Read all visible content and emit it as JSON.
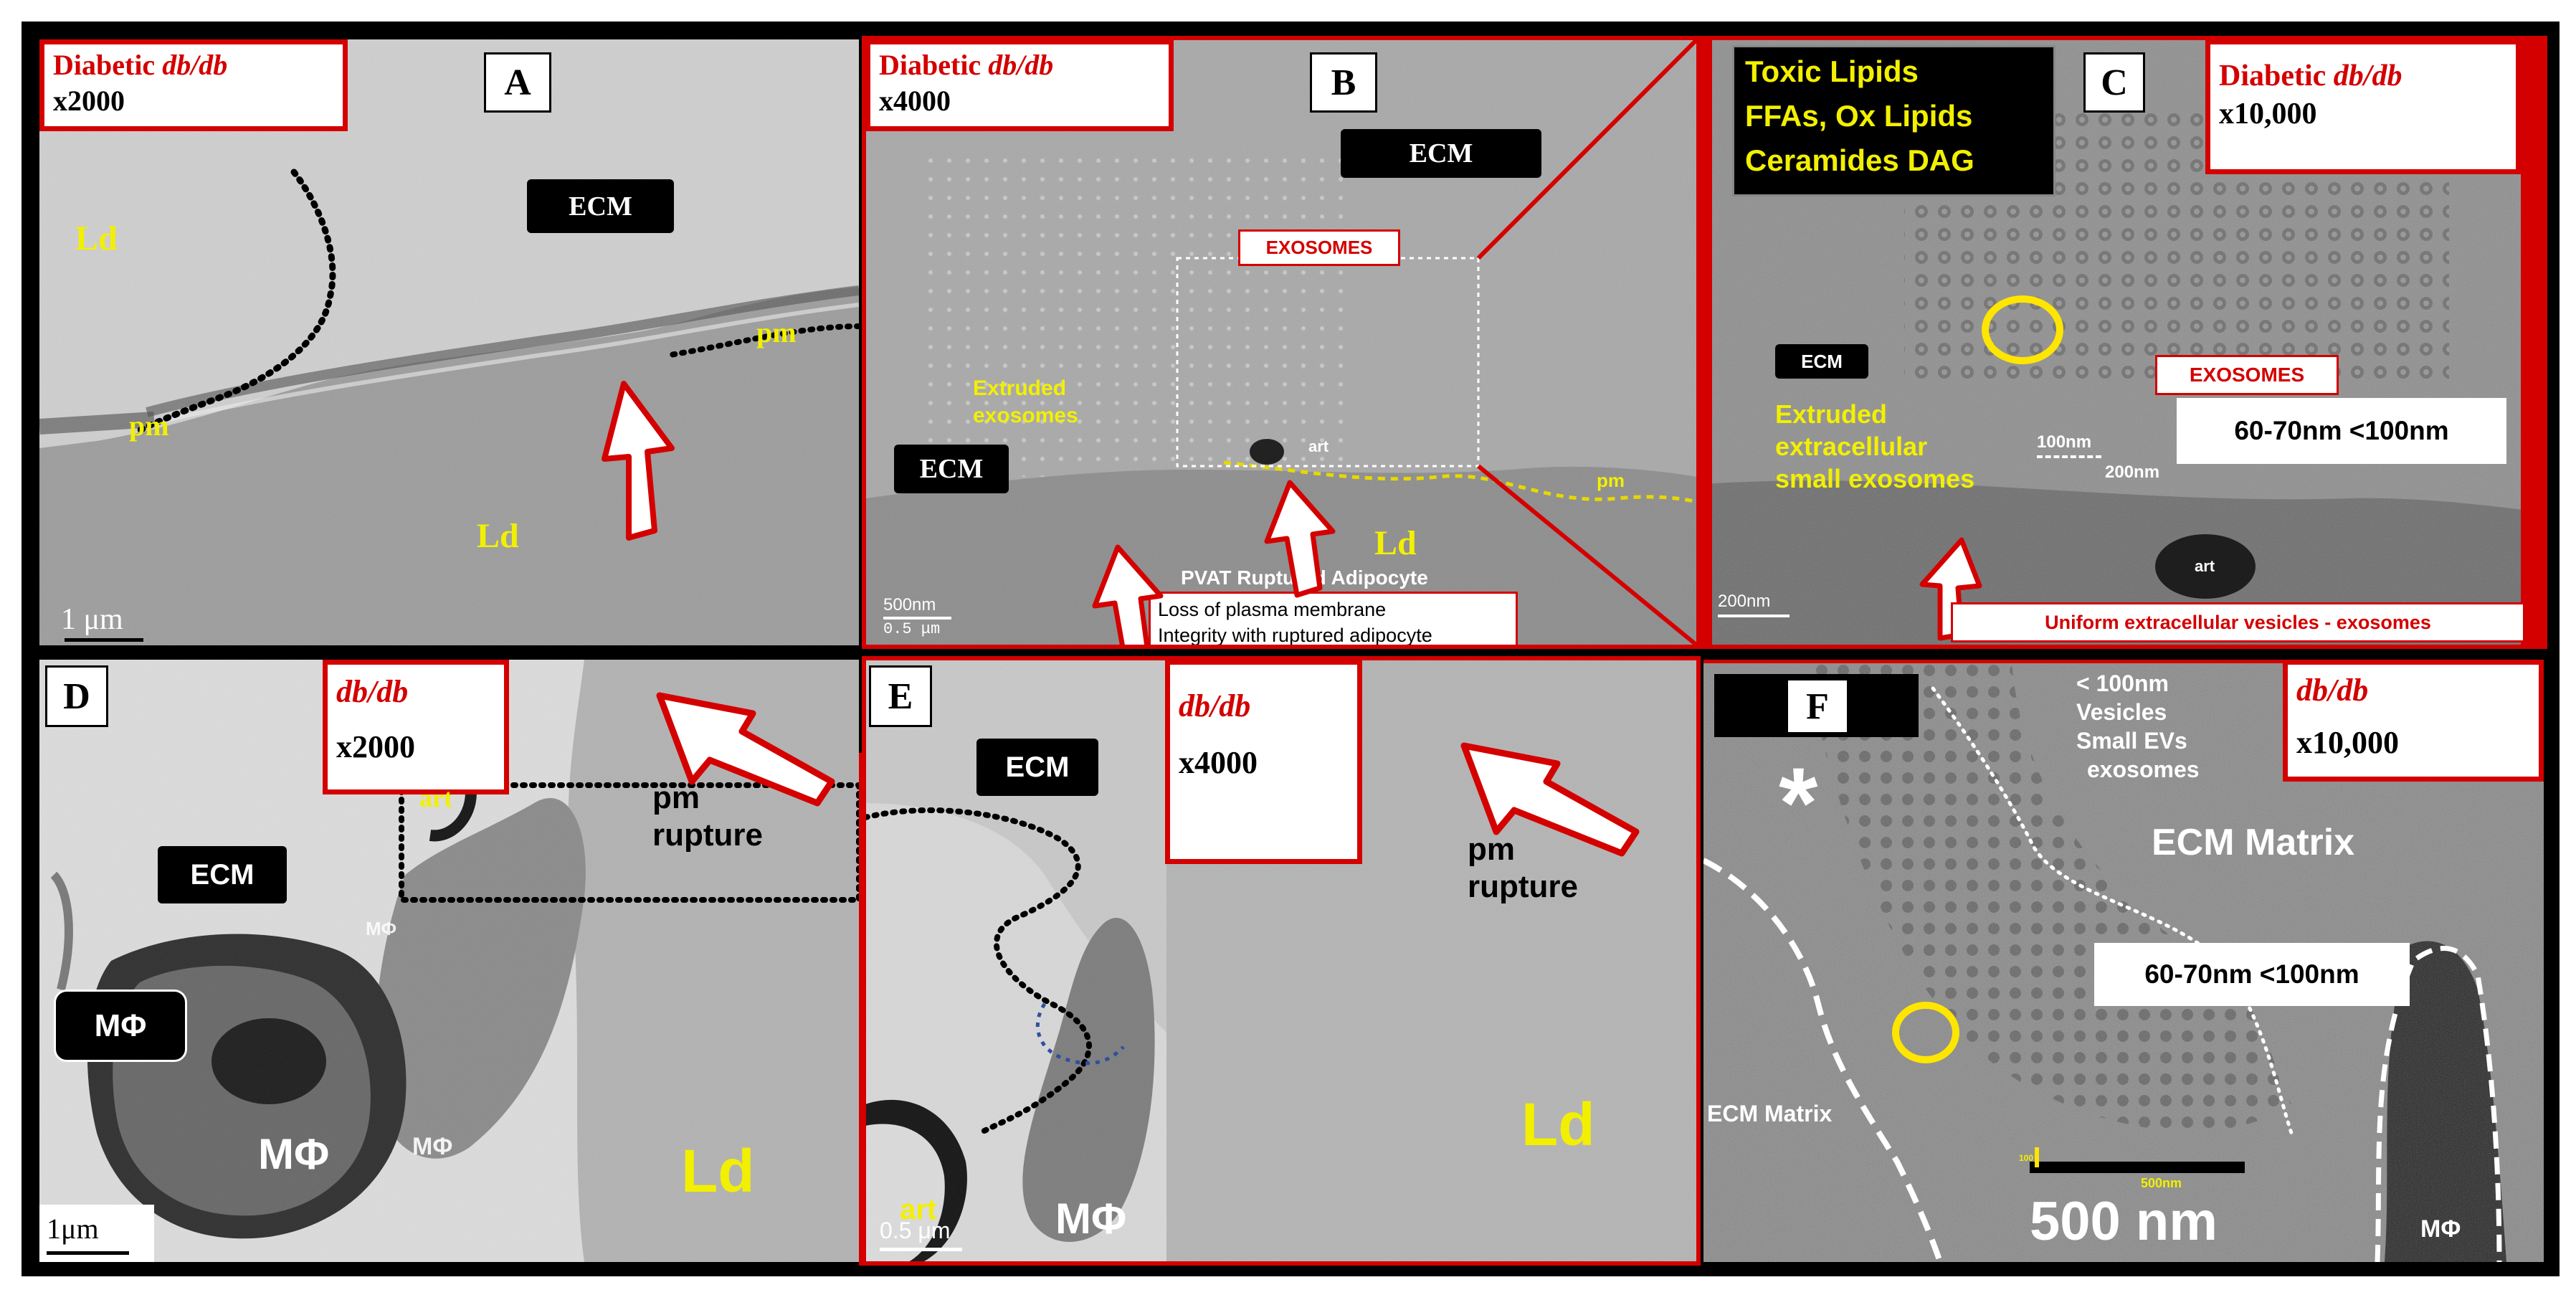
{
  "panels": {
    "A": {
      "letter": "A",
      "mag_line1_plain": "Diabetic ",
      "mag_line1_italic": "db/db",
      "mag_line2": "x2000",
      "ecm": "ECM",
      "ld_1": "Ld",
      "ld_2": "Ld",
      "pm_1": "pm",
      "pm_2": "pm",
      "scale": "1 μm"
    },
    "B": {
      "letter": "B",
      "mag_line1_plain": "Diabetic ",
      "mag_line1_italic": "db/db",
      "mag_line2": "x4000",
      "ecm_1": "ECM",
      "ecm_2": "ECM",
      "exosomes": "EXOSOMES",
      "extruded_line1": "Extruded",
      "extruded_line2": "exosomes",
      "art": "art",
      "pm": "pm",
      "ld": "Ld",
      "pvat": "PVAT  Ruptured Adipocyte",
      "note_line1": "Loss of plasma membrane",
      "note_line2": "Integrity with ruptured adipocyte",
      "scale_1": "500nm",
      "scale_2": "0.5 μm"
    },
    "C": {
      "letter": "C",
      "toxic_lines": [
        "Toxic  Lipids",
        "FFAs, Ox Lipids",
        "Ceramides DAG"
      ],
      "mag_line1_plain": "Diabetic ",
      "mag_line1_italic": "db/db",
      "mag_line2": "x10,000",
      "ecm": "ECM",
      "exosomes": "EXOSOMES",
      "size_box": "60-70nm  <100nm",
      "extruded_lines": [
        "Extruded",
        "extracellular",
        "small exosomes"
      ],
      "label_100nm": "100nm",
      "label_200nm": "200nm",
      "art": "art",
      "scale": "200nm",
      "uniform": "Uniform extracellular vesicles - exosomes"
    },
    "D": {
      "letter": "D",
      "mag_line1_italic": "db/db",
      "mag_line2": "x2000",
      "art": "art",
      "ecm": "ECM",
      "mphi_box": "MΦ",
      "mphi_big": "MΦ",
      "mphi_small_1": "MΦ",
      "mphi_small_2": "MΦ",
      "pm_line1": "pm",
      "pm_line2": "rupture",
      "ld": "Ld",
      "scale": "1μm"
    },
    "E": {
      "letter": "E",
      "mag_line1_italic": "db/db",
      "mag_line2": "x4000",
      "ecm": "ECM",
      "pm_line1": "pm",
      "pm_line2": "rupture",
      "ld": "Ld",
      "art": "art",
      "mphi": "MΦ",
      "scale": "0.5 μm"
    },
    "F": {
      "letter": "F",
      "mag_line1_italic": "db/db",
      "mag_line2": "x10,000",
      "vesicle_lines": [
        "< 100nm",
        "Vesicles",
        "Small EVs",
        "exosomes"
      ],
      "asterisk": "*",
      "ecm_matrix_1": "ECM Matrix",
      "ecm_matrix_2": "ECM Matrix",
      "size_box": "60-70nm <100nm",
      "scale_small_100": "100",
      "scale_small_500": "500nm",
      "scale_big": "500 nm",
      "mphi": "MΦ"
    }
  },
  "colors": {
    "frame_red": "#d40000",
    "label_yellow": "#f2f000",
    "text_black": "#000000"
  }
}
